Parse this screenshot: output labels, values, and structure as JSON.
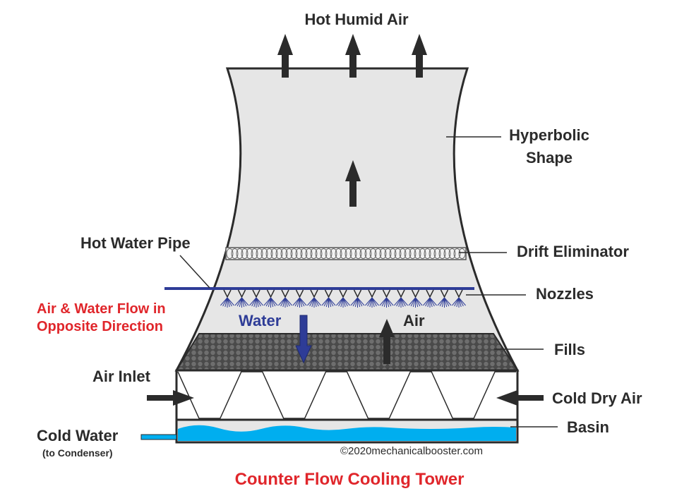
{
  "labels": {
    "hot_humid_air": "Hot Humid Air",
    "hyperbolic_line1": "Hyperbolic",
    "hyperbolic_line2": "Shape",
    "hot_water_pipe": "Hot Water Pipe",
    "drift_eliminator": "Drift Eliminator",
    "nozzles": "Nozzles",
    "opposite_line1": "Air & Water Flow in",
    "opposite_line2": "Opposite Direction",
    "water": "Water",
    "air": "Air",
    "fills": "Fills",
    "air_inlet": "Air Inlet",
    "cold_dry_air": "Cold Dry Air",
    "basin": "Basin",
    "cold_water": "Cold Water",
    "to_condenser": "(to Condenser)",
    "copyright": "©2020mechanicalbooster.com",
    "title": "Counter Flow Cooling Tower"
  },
  "colors": {
    "tower_fill": "#e6e6e6",
    "outline": "#2b2b2b",
    "fill_media": "#5a5a5a",
    "water_blue": "#00aeef",
    "pipe_blue": "#2e3c97",
    "title_red": "#e0262b"
  }
}
